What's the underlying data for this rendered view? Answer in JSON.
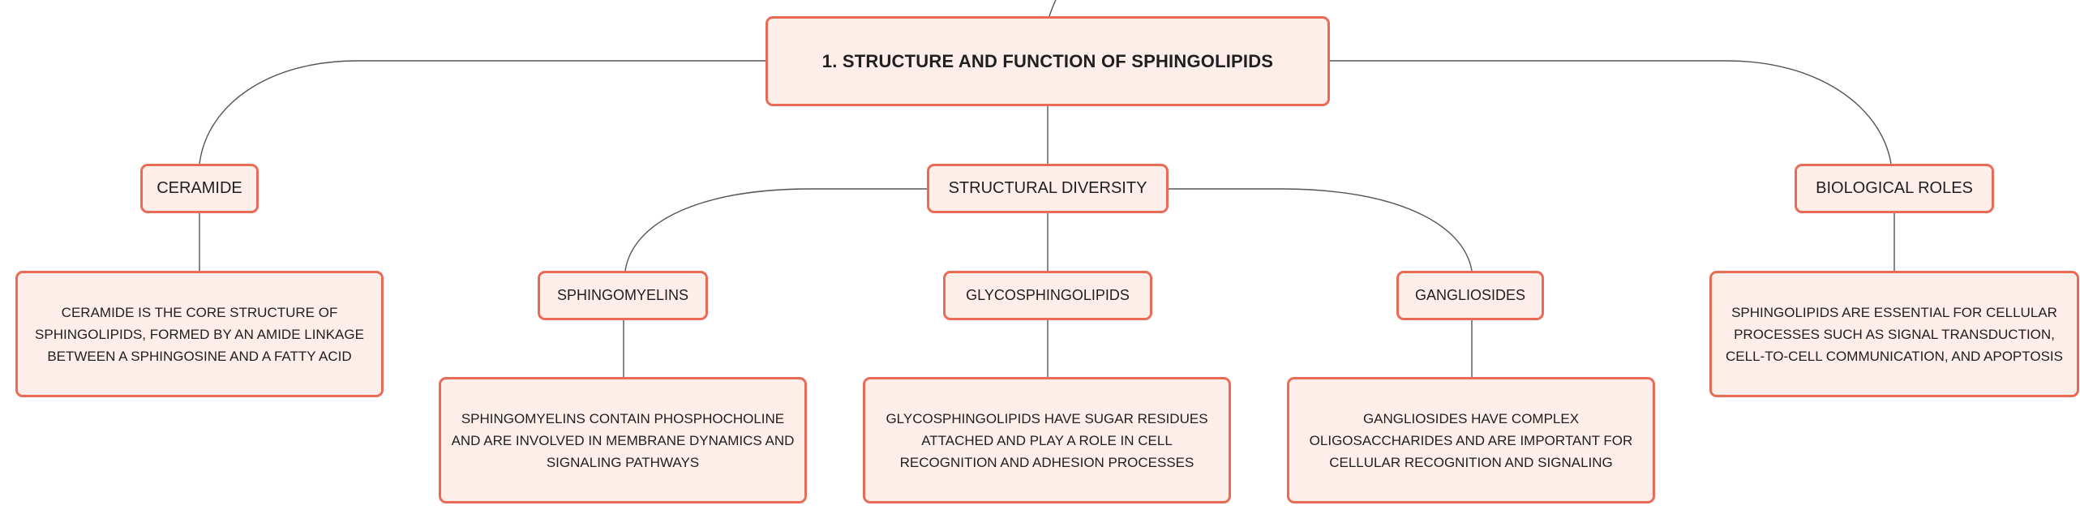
{
  "mindmap": {
    "root": "1. STRUCTURE AND FUNCTION OF SPHINGOLIPIDS",
    "ceramide": {
      "title": "CERAMIDE",
      "description": "CERAMIDE IS THE CORE STRUCTURE OF SPHINGOLIPIDS, FORMED BY AN AMIDE LINKAGE BETWEEN A SPHINGOSINE AND A FATTY ACID"
    },
    "structural_diversity": {
      "title": "STRUCTURAL DIVERSITY",
      "sphingomyelins": {
        "title": "SPHINGOMYELINS",
        "description": "SPHINGOMYELINS CONTAIN PHOSPHOCHOLINE AND ARE INVOLVED IN MEMBRANE DYNAMICS AND SIGNALING PATHWAYS"
      },
      "glycosphingolipids": {
        "title": "GLYCOSPHINGOLIPIDS",
        "description": "GLYCOSPHINGOLIPIDS HAVE SUGAR RESIDUES ATTACHED AND PLAY A ROLE IN CELL RECOGNITION AND ADHESION PROCESSES"
      },
      "gangliosides": {
        "title": "GANGLIOSIDES",
        "description": "GANGLIOSIDES HAVE COMPLEX OLIGOSACCHARIDES AND ARE IMPORTANT FOR CELLULAR RECOGNITION AND SIGNALING"
      }
    },
    "biological_roles": {
      "title": "BIOLOGICAL ROLES",
      "description": "SPHINGOLIPIDS ARE ESSENTIAL FOR CELLULAR PROCESSES SUCH AS SIGNAL TRANSDUCTION, CELL-TO-CELL COMMUNICATION, AND APOPTOSIS"
    }
  },
  "colors": {
    "node_border": "#e96a55",
    "node_fill": "#fdeeea",
    "connector": "#555555",
    "text": "#1f1f1f"
  }
}
